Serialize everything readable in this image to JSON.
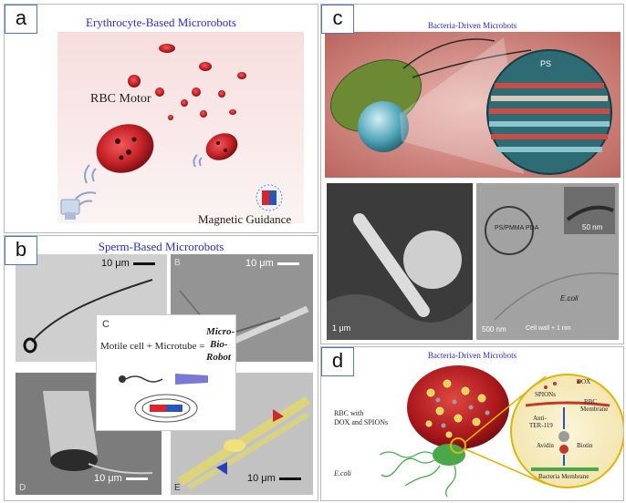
{
  "panel_a": {
    "tag": "a",
    "title": "Erythrocyte-Based Microrobots",
    "rbc_motor_label": "RBC Motor",
    "magnetic_label": "Magnetic Guidance"
  },
  "panel_b": {
    "tag": "b",
    "title": "Sperm-Based Microrobots",
    "scale_1": "10 μm",
    "scale_2": "10 μm",
    "scale_3": "10 μm",
    "scale_4": "10 μm",
    "sub_b": "B",
    "sub_c": "C",
    "sub_d": "D",
    "sub_e": "E",
    "equation_left": "Motile cell + Microtube =",
    "equation_right_1": "Micro-",
    "equation_right_2": "Bio-",
    "equation_right_3": "Robot"
  },
  "panel_c": {
    "tag": "c",
    "title": "Bacteria-Driven Microbots",
    "ps_label": "PS",
    "sem_scale": "1 μm",
    "tem_scale_1": "50 nm",
    "tem_scale_2": "500 nm",
    "ecoli_label": "E.coli",
    "cellwall_label": "Cell wall + 1 nm",
    "pspmma_label": "PS/PMMA PDA"
  },
  "panel_d": {
    "tag": "d",
    "title": "Bacteria-Driven Microbots",
    "rbc_label_1": "RBC with",
    "rbc_label_2": "DOX and SPIONs",
    "ecoli_label": "E.coli",
    "spions": "SPIONs",
    "dox": "DOX",
    "rbc_membrane_1": "RBC",
    "rbc_membrane_2": "Membrane",
    "anti_1": "Anti-",
    "anti_2": "TER-119",
    "avidin": "Avidin",
    "biotin": "Biotin",
    "bacteria_membrane": "Bacteria Membrane"
  },
  "colors": {
    "title_blue": "#2b2bd9",
    "tag_border": "#4a78b8",
    "rbc_red": "#c8242a",
    "ecoli_green": "#4aa84a"
  }
}
